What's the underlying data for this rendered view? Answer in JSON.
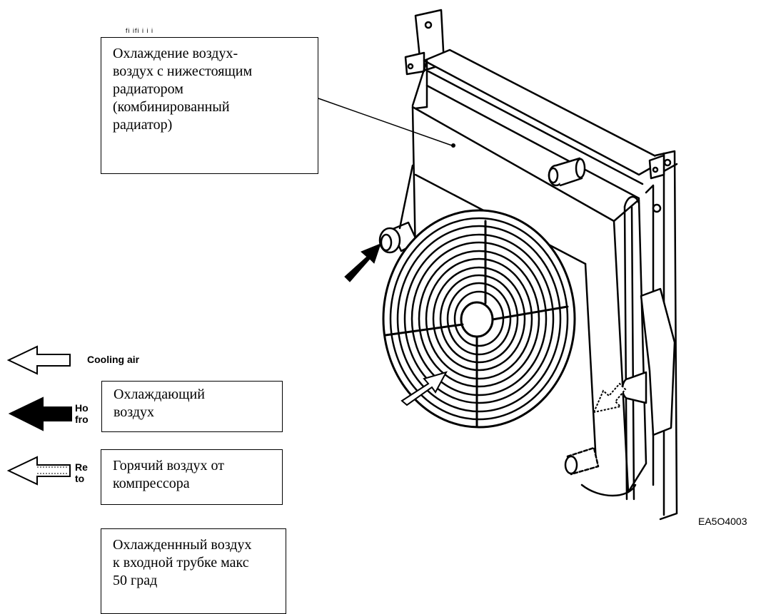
{
  "callouts": {
    "radiator": [
      "Охлаждение воздух-",
      "воздух с нижестоящим",
      "радиатором",
      "(комбинированный",
      "радиатор)"
    ],
    "cooling_air": [
      "Охлаждающий",
      "воздух"
    ],
    "hot_air": [
      "Горячий воздух от",
      "компрессора"
    ],
    "cooled_air": [
      "Охлажденнный воздух",
      "к входной трубке макс",
      "50 град"
    ]
  },
  "legend": {
    "cooling_air": "Cooling air",
    "hot_fragment_1": "Ho",
    "hot_fragment_2": "fro",
    "return_fragment_1": "Re",
    "return_fragment_2": "to"
  },
  "figure_code": "EA5O4003",
  "header_scribble": "fi ifi i i   i"
}
